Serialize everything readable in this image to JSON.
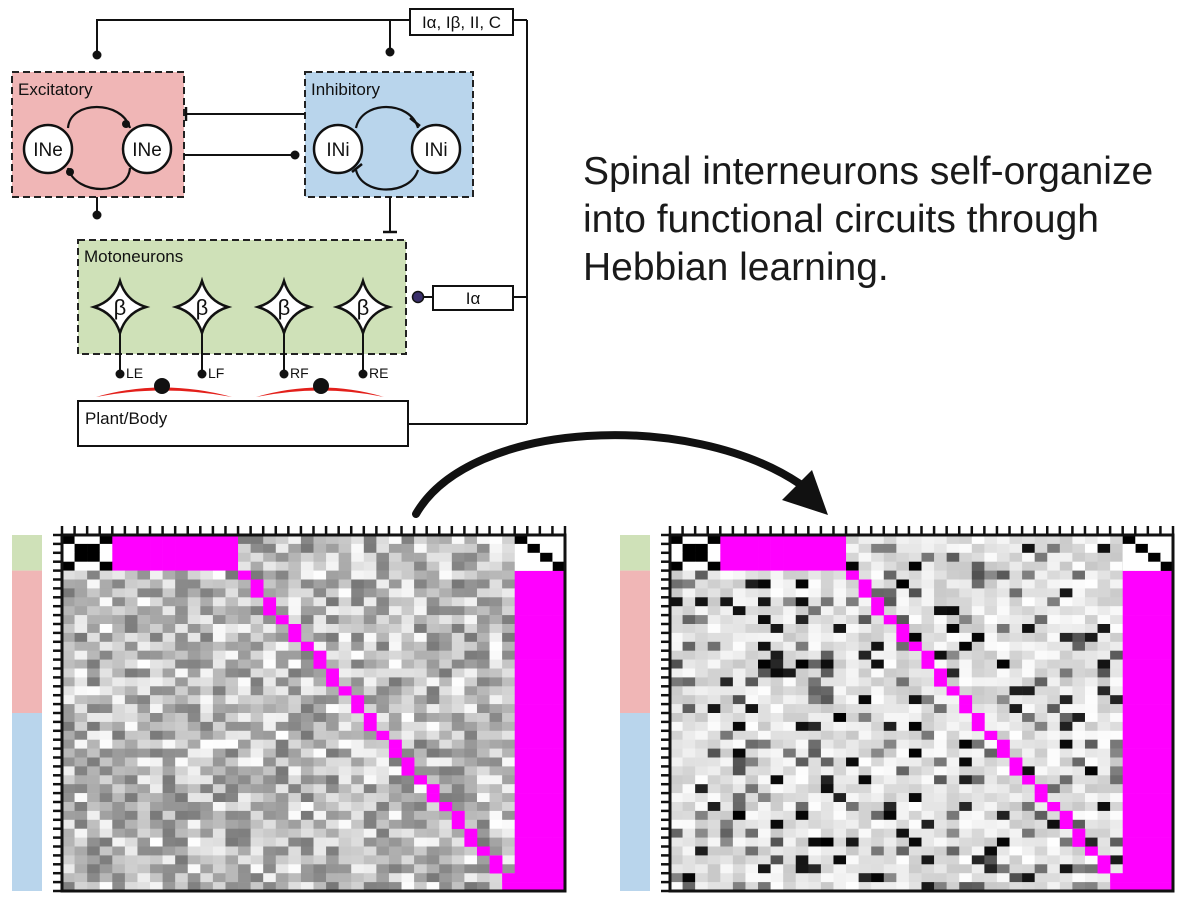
{
  "diagram": {
    "sensory_feedback_label": "Iα, Iβ, II, C",
    "excitatory": {
      "title": "Excitatory",
      "neuron_label": "INe"
    },
    "inhibitory": {
      "title": "Inhibitory",
      "neuron_label": "INi"
    },
    "motoneurons": {
      "title": "Motoneurons",
      "neuron_symbol": "β"
    },
    "ia_label": "Iα",
    "muscles": [
      "LE",
      "LF",
      "RF",
      "RE"
    ],
    "plant_label": "Plant/Body"
  },
  "headline": {
    "lines": [
      "Spinal interneurons self-organize",
      "into functional circuits through",
      "Hebbian learning."
    ]
  },
  "matrices": {
    "grid_size": 40,
    "group_sizes": {
      "motoneurons": 4,
      "excitatory": 16,
      "inhibitory": 20
    },
    "panels": [
      "before-learning",
      "after-learning"
    ],
    "colors": {
      "motoneuron_group": "#cfe1b8",
      "excitatory_group": "#f0b6b6",
      "inhibitory_group": "#b9d5ec",
      "masked": "#ff00ff"
    }
  }
}
